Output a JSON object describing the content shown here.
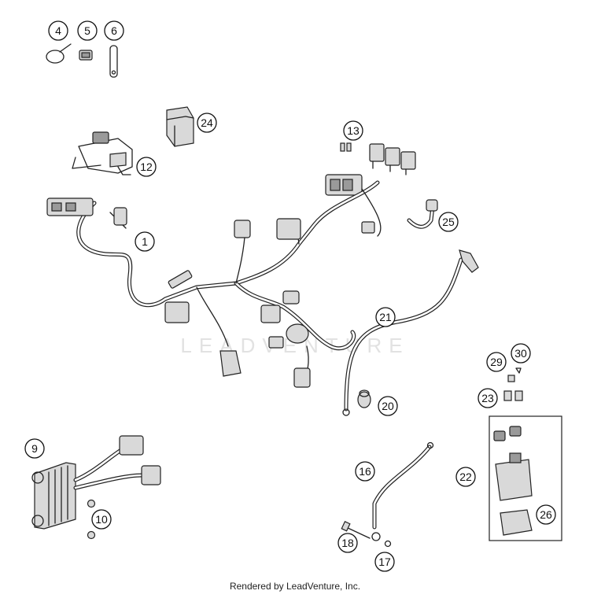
{
  "watermark": "LEADVENTURE",
  "footer": "Rendered by LeadVenture, Inc.",
  "callouts": [
    {
      "id": "1",
      "label": "1"
    },
    {
      "id": "4",
      "label": "4"
    },
    {
      "id": "5",
      "label": "5"
    },
    {
      "id": "6",
      "label": "6"
    },
    {
      "id": "9",
      "label": "9"
    },
    {
      "id": "10",
      "label": "10"
    },
    {
      "id": "12",
      "label": "12"
    },
    {
      "id": "13",
      "label": "13"
    },
    {
      "id": "16",
      "label": "16"
    },
    {
      "id": "17",
      "label": "17"
    },
    {
      "id": "18",
      "label": "18"
    },
    {
      "id": "20",
      "label": "20"
    },
    {
      "id": "21",
      "label": "21"
    },
    {
      "id": "22",
      "label": "22"
    },
    {
      "id": "23",
      "label": "23"
    },
    {
      "id": "24",
      "label": "24"
    },
    {
      "id": "25",
      "label": "25"
    },
    {
      "id": "26",
      "label": "26"
    },
    {
      "id": "29",
      "label": "29"
    },
    {
      "id": "30",
      "label": "30"
    }
  ]
}
